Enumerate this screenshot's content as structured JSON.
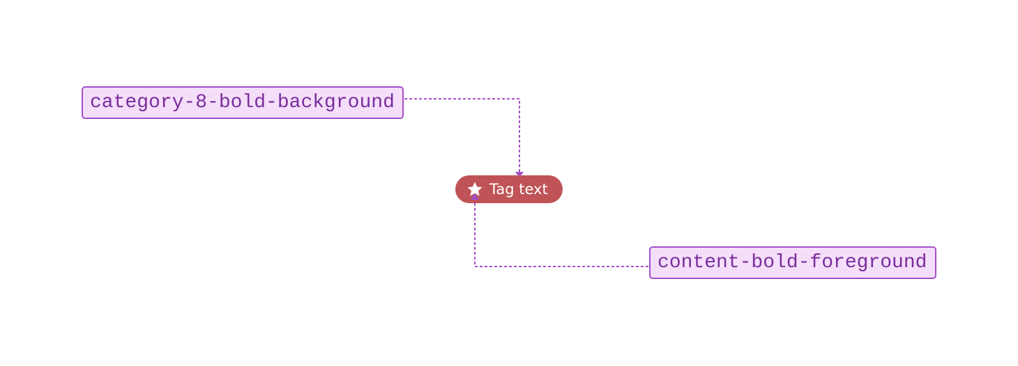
{
  "labels": {
    "background_token": "category-8-bold-background",
    "foreground_token": "content-bold-foreground"
  },
  "tag": {
    "text": "Tag text",
    "icon": "star-icon",
    "background_color": "#bf5357",
    "foreground_color": "#ffffff"
  },
  "colors": {
    "annotation_fill": "#f5def9",
    "annotation_border": "#a34fc8",
    "annotation_text": "#7a2d9e",
    "connector": "#a34fc8"
  }
}
